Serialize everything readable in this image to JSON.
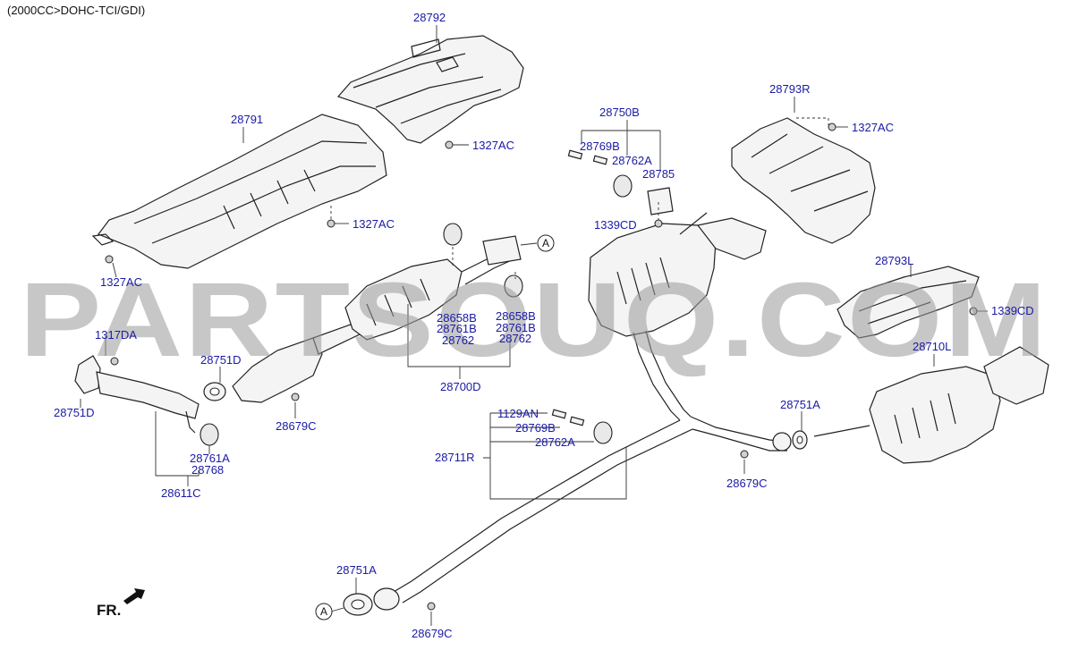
{
  "header": {
    "engine": "(2000CC>DOHC-TCI/GDI)"
  },
  "watermark": "PARTSOUQ.COM",
  "direction": {
    "label": "FR."
  },
  "reference_markers": {
    "a": "A"
  },
  "parts": {
    "p28792": "28792",
    "p28791": "28791",
    "p1327ac_a": "1327AC",
    "p1327ac_b": "1327AC",
    "p1327ac_c": "1327AC",
    "p1327ac_d": "1327AC",
    "p28750b": "28750B",
    "p28769b_a": "28769B",
    "p28762a_a": "28762A",
    "p28785": "28785",
    "p1339cd_a": "1339CD",
    "p28793r": "28793R",
    "p28793l": "28793L",
    "p1339cd_b": "1339CD",
    "p28710l": "28710L",
    "p1317da": "1317DA",
    "p28751d_a": "28751D",
    "p28751d_b": "28751D",
    "p28761a": "28761A",
    "p28768": "28768",
    "p28611c": "28611C",
    "p28679c_a": "28679C",
    "p28658b_a": "28658B",
    "p28761b_a": "28761B",
    "p28762_a": "28762",
    "p28658b_b": "28658B",
    "p28761b_b": "28761B",
    "p28762_b": "28762",
    "p28700d": "28700D",
    "p1129an": "1129AN",
    "p28769b_b": "28769B",
    "p28762a_b": "28762A",
    "p28711r": "28711R",
    "p28751a_a": "28751A",
    "p28679c_b": "28679C",
    "p28751a_b": "28751A",
    "p28679c_c": "28679C"
  }
}
